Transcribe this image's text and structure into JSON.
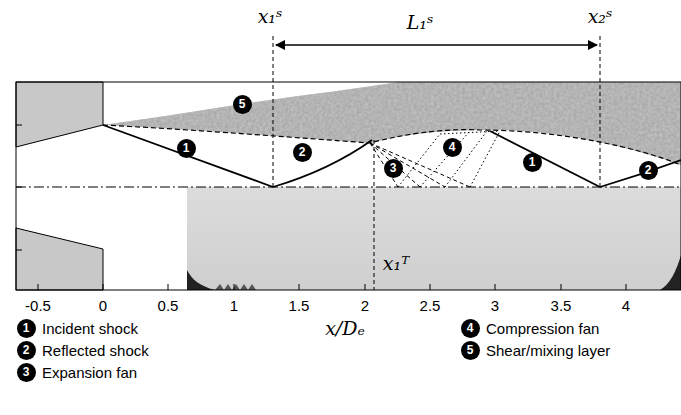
{
  "diagram": {
    "labels": [
      "x₁ˢ",
      "L₁ˢ",
      "x₂ˢ",
      "5",
      "1",
      "2",
      "3",
      "4",
      "1",
      "2",
      "x₁ᵀ",
      "-0.5",
      "0",
      "0.5",
      "1",
      "1.5",
      "2",
      "2.5",
      "3",
      "3.5",
      "4",
      "x/Dₑ",
      "1",
      "Incident shock",
      "4",
      "Compression fan",
      "2",
      "Reflected shock",
      "5",
      "Shear/mixing layer",
      "3",
      "Expansion fan"
    ]
  }
}
